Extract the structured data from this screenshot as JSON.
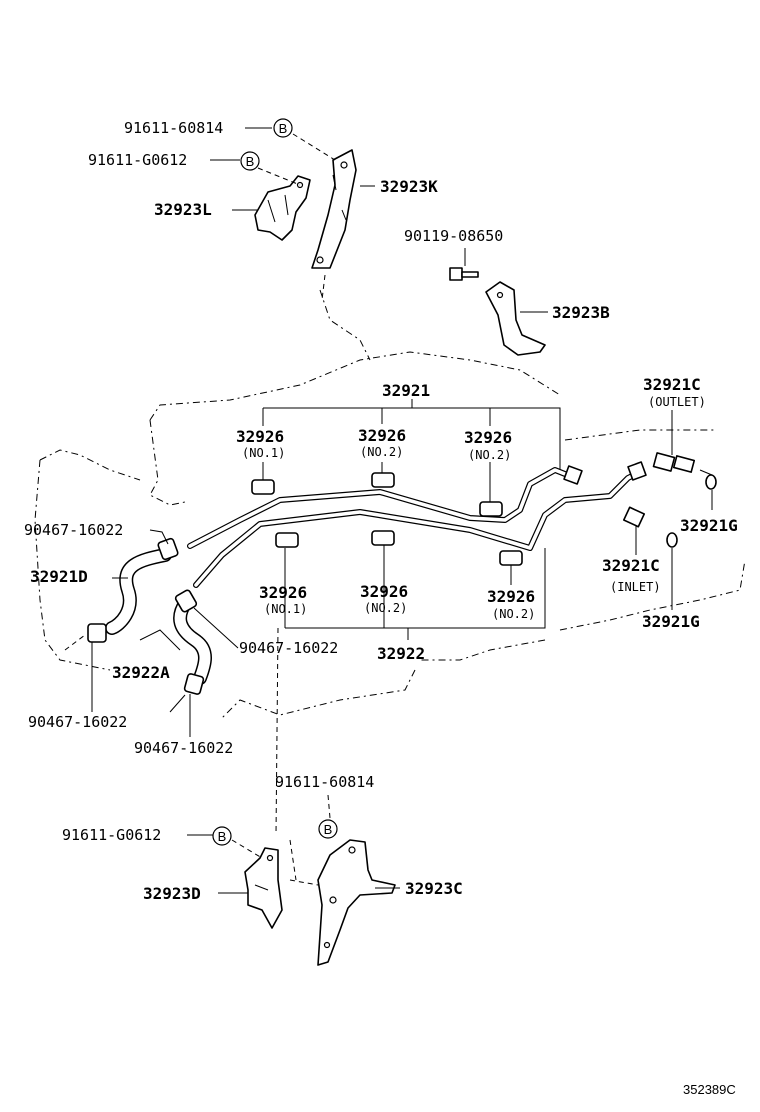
{
  "parts": {
    "p_91611_60814_top": "91611-60814",
    "p_91611_g0612_top": "91611-G0612",
    "p_32923K": "32923K",
    "p_32923L": "32923L",
    "p_90119_08650": "90119-08650",
    "p_32923B": "32923B",
    "p_32921": "32921",
    "p_32921C_outlet": "32921C",
    "p_32926_1": "32926",
    "p_32926_2": "32926",
    "p_32926_3": "32926",
    "p_32926_4": "32926",
    "p_32926_5": "32926",
    "p_32926_6": "32926",
    "p_90467_16022_a": "90467-16022",
    "p_32921D": "32921D",
    "p_32921G_a": "32921G",
    "p_32921C_inlet": "32921C",
    "p_32921G_b": "32921G",
    "p_90467_16022_b": "90467-16022",
    "p_32922A": "32922A",
    "p_32922": "32922",
    "p_90467_16022_c": "90467-16022",
    "p_90467_16022_d": "90467-16022",
    "p_91611_60814_bot": "91611-60814",
    "p_91611_g0612_bot": "91611-G0612",
    "p_32923D": "32923D",
    "p_32923C": "32923C"
  },
  "sublabels": {
    "outlet": "(OUTLET)",
    "inlet": "(INLET)",
    "no1_a": "(NO.1)",
    "no2_a": "(NO.2)",
    "no2_b": "(NO.2)",
    "no1_b": "(NO.1)",
    "no2_c": "(NO.2)",
    "no2_d": "(NO.2)"
  },
  "ref_marker": "B",
  "diagram_id": "352389C"
}
